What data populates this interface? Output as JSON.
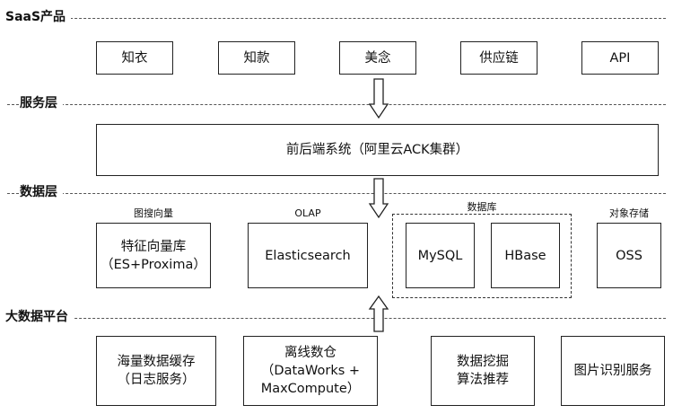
{
  "layers": {
    "saas": "SaaS产品",
    "service": "服务层",
    "data": "数据层",
    "bigdata": "大数据平台"
  },
  "saas_products": [
    "知衣",
    "知款",
    "美念",
    "供应链",
    "API"
  ],
  "service_box": "前后端系统（阿里云ACK集群）",
  "data_layer": {
    "vector": {
      "caption": "图搜向量",
      "line1": "特征向量库",
      "line2": "（ES+Proxima）"
    },
    "olap": {
      "caption": "OLAP",
      "label": "Elasticsearch"
    },
    "database": {
      "caption": "数据库",
      "items": [
        "MySQL",
        "HBase"
      ]
    },
    "storage": {
      "caption": "对象存储",
      "label": "OSS"
    }
  },
  "bigdata_platform": {
    "cache": {
      "line1": "海量数据缓存",
      "line2": "（日志服务）"
    },
    "offline": {
      "line1": "离线数仓",
      "line2": "（DataWorks +",
      "line3": "MaxCompute）"
    },
    "mining": {
      "line1": "数据挖掘",
      "line2": "算法推荐"
    },
    "image": {
      "label": "图片识别服务"
    }
  }
}
